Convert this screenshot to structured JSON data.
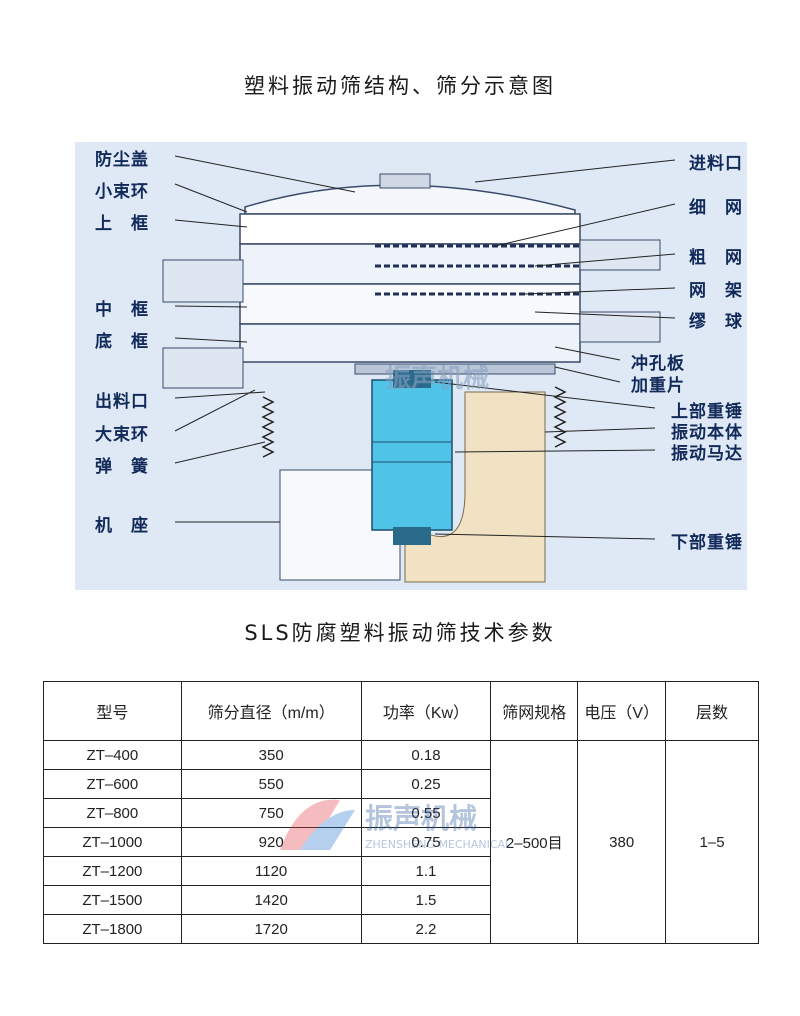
{
  "titles": {
    "structure": "塑料振动筛结构、筛分示意图",
    "specs": "SLS防腐塑料振动筛技术参数"
  },
  "diagram": {
    "left_labels": [
      "防尘盖",
      "小束环",
      "上　框",
      "中　框",
      "底　框",
      "出料口",
      "大束环",
      "弹　簧",
      "机　座"
    ],
    "right_labels": [
      "进料口",
      "细　网",
      "粗　网",
      "网　架",
      "缪　球",
      "冲孔板",
      "加重片",
      "上部重锤",
      "振动本体",
      "振动马达",
      "下部重锤"
    ],
    "watermark": "振声机械",
    "watermark_en": "ZHENSHENG MECHANICAL"
  },
  "table": {
    "headers": [
      "型号",
      "筛分直径（m/m）",
      "功率（Kw）",
      "筛网规格",
      "电压（V）",
      "层数"
    ],
    "rows": [
      [
        "ZT–400",
        "350",
        "0.18"
      ],
      [
        "ZT–600",
        "550",
        "0.25"
      ],
      [
        "ZT–800",
        "750",
        "0.55"
      ],
      [
        "ZT–1000",
        "920",
        "0.75"
      ],
      [
        "ZT–1200",
        "1120",
        "1.1"
      ],
      [
        "ZT–1500",
        "1420",
        "1.5"
      ],
      [
        "ZT–1800",
        "1720",
        "2.2"
      ]
    ],
    "merged": {
      "mesh": "2–500目",
      "voltage": "380",
      "layers": "1–5"
    }
  },
  "colors": {
    "label_blue": "#122a5a",
    "motor_cyan": "#4fc3e8",
    "base_tan": "#f2e2c4"
  }
}
